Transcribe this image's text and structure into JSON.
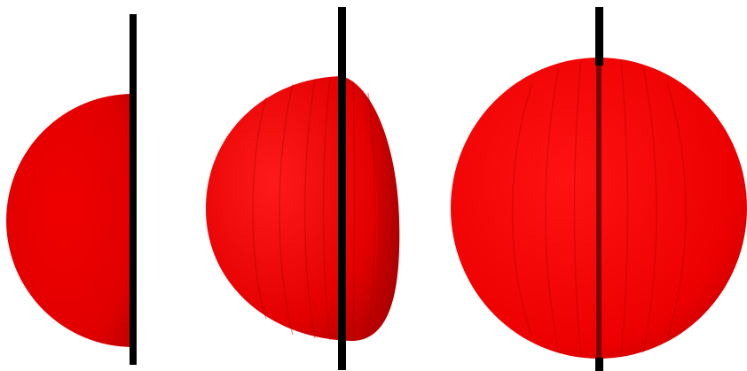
{
  "image": {
    "background": "#ffffff",
    "shape_color": "#e60000",
    "shape_color_dark": "#b30000",
    "axis_color": "#000000",
    "panels": [
      {
        "name": "half-disk",
        "description_visible": false
      },
      {
        "name": "partial-revolution",
        "description_visible": false
      },
      {
        "name": "full-sphere",
        "description_visible": false
      }
    ]
  }
}
